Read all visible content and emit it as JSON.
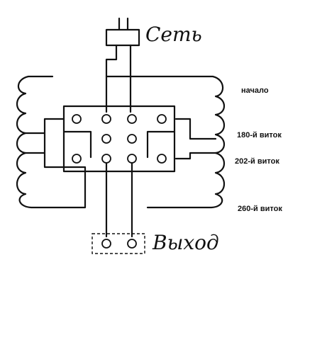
{
  "labels": {
    "network": "Сеть",
    "output": "Выход",
    "start": "начало",
    "tap_180": "180-й виток",
    "tap_202": "202-й виток",
    "tap_260": "260-й виток"
  }
}
